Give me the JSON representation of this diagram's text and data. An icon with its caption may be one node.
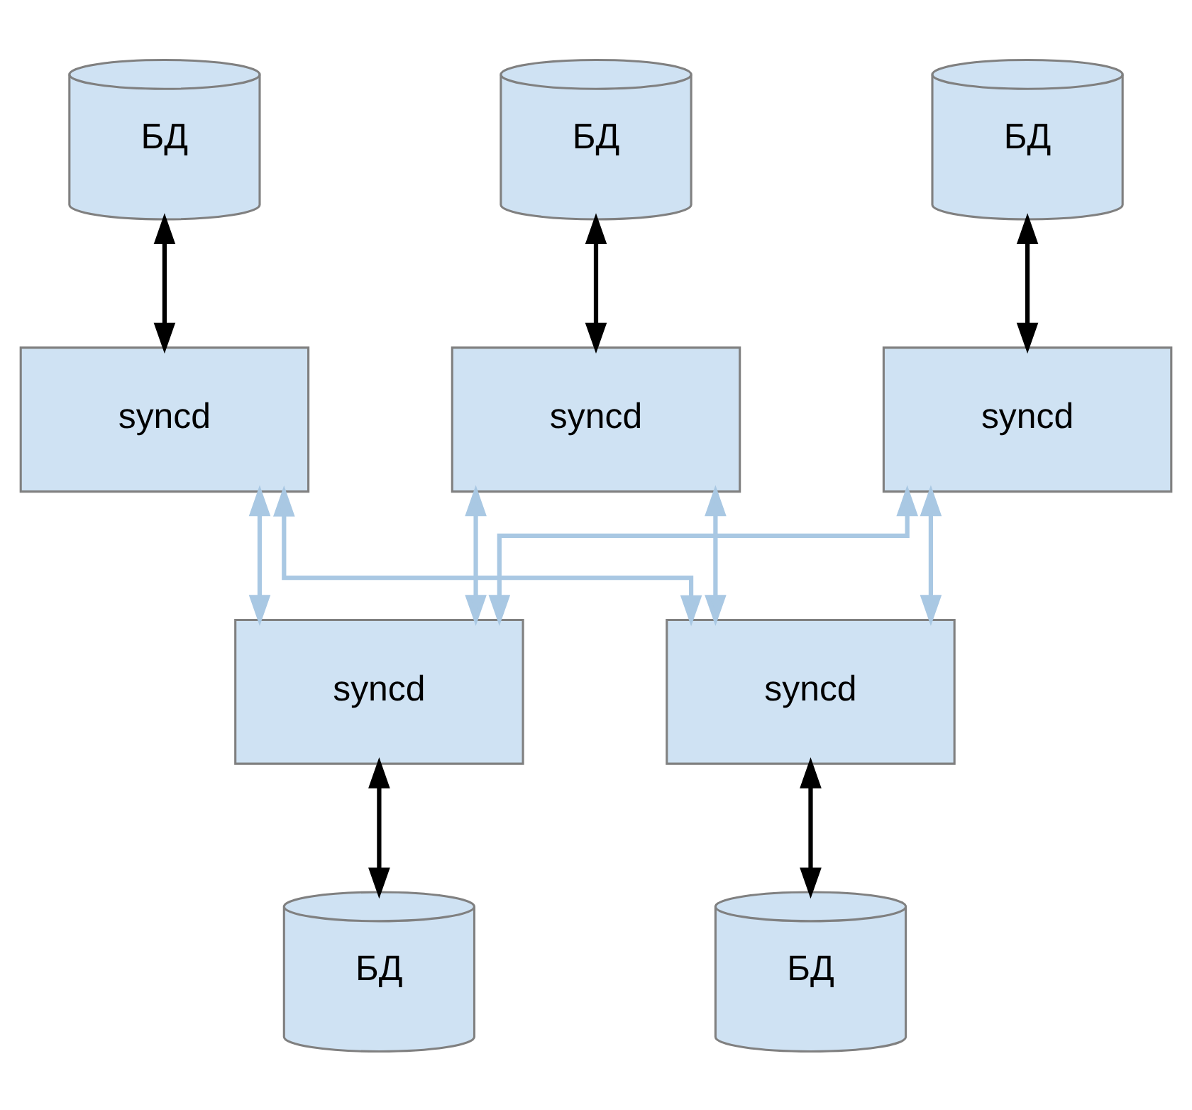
{
  "diagram": {
    "nodes": [
      {
        "text": [
          "БД"
        ]
      },
      {
        "text": [
          "БД"
        ]
      },
      {
        "text": [
          "БД"
        ]
      },
      {
        "text": [
          "syncd"
        ]
      },
      {
        "text": [
          "syncd"
        ]
      },
      {
        "text": [
          "syncd"
        ]
      },
      {
        "text": [
          "syncd"
        ]
      },
      {
        "text": [
          "syncd"
        ]
      },
      {
        "text": [
          "БД"
        ]
      },
      {
        "text": [
          "БД"
        ]
      }
    ],
    "edges": [
      {
        "from": 0,
        "to": 3,
        "arrow": "both",
        "color": "#000000"
      },
      {
        "from": 1,
        "to": 4,
        "arrow": "both",
        "color": "#000000"
      },
      {
        "from": 2,
        "to": 5,
        "arrow": "both",
        "color": "#000000"
      },
      {
        "from": 3,
        "to": 6,
        "arrow": "both"
      },
      {
        "from": 4,
        "to": 6,
        "arrow": "both"
      },
      {
        "from": 5,
        "to": 6,
        "arrow": "both"
      },
      {
        "from": 3,
        "to": 7,
        "arrow": "both"
      },
      {
        "from": 4,
        "to": 7,
        "arrow": "both"
      },
      {
        "from": 5,
        "to": 7,
        "arrow": "both"
      },
      {
        "from": 6,
        "to": 8,
        "arrow": "both",
        "color": "#000000"
      },
      {
        "from": 7,
        "to": 9,
        "arrow": "both",
        "color": "#000000"
      }
    ]
  }
}
